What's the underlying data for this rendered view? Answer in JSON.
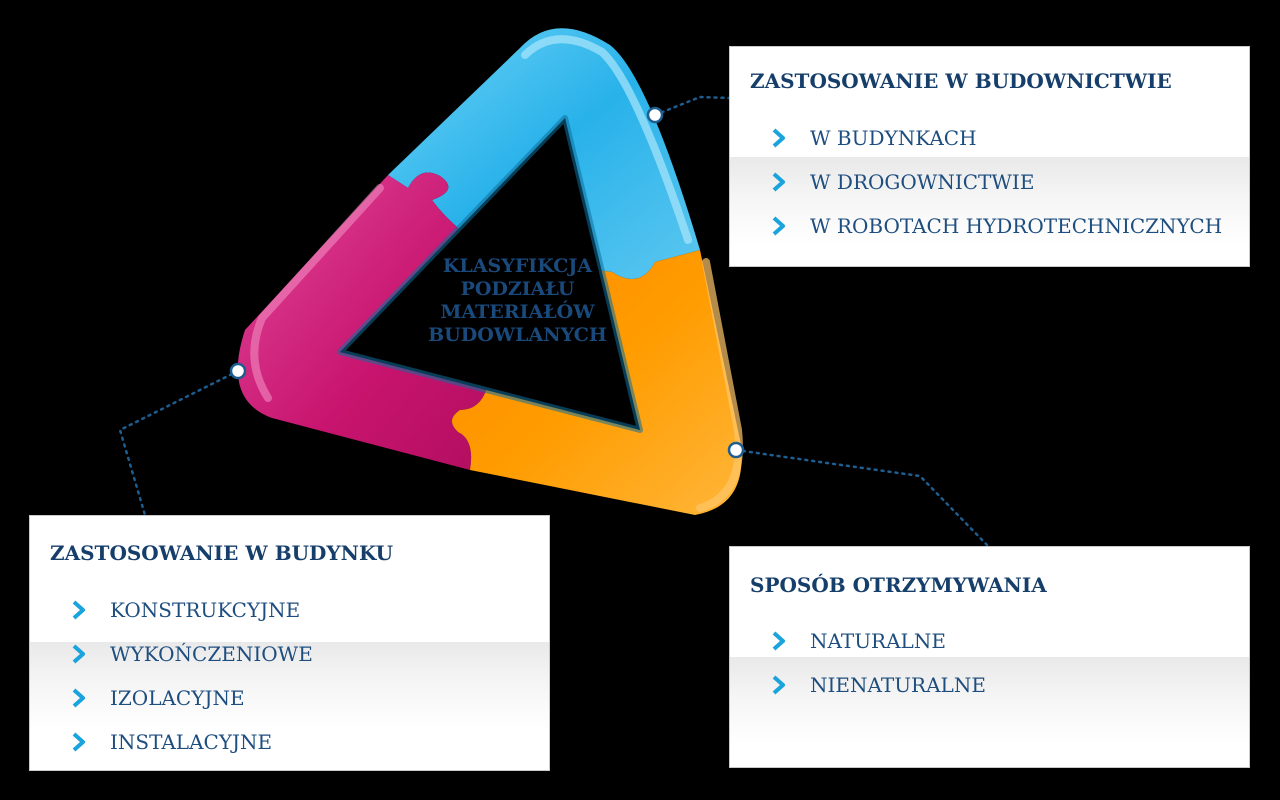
{
  "center_label": {
    "lines": [
      "KLASYFIKCJA",
      "PODZIAŁU",
      "MATERIAŁÓW",
      "BUDOWLANYCH"
    ]
  },
  "panels": [
    {
      "id": "construction",
      "title": "ZASTOSOWANIE W BUDOWNICTWIE",
      "items": [
        "W BUDYNKACH",
        "W DROGOWNICTWIE",
        "W ROBOTACH HYDROTECHNICZNYCH"
      ]
    },
    {
      "id": "building",
      "title": "ZASTOSOWANIE W BUDYNKU",
      "items": [
        "KONSTRUKCYJNE",
        "WYKOŃCZENIOWE",
        "IZOLACYJNE",
        "INSTALACYJNE"
      ]
    },
    {
      "id": "production",
      "title": "SPOSÓB OTRZYMYWANIA",
      "items": [
        "NATURALNE",
        "NIENATURALNE"
      ]
    }
  ],
  "colors": {
    "background": "#000000",
    "segment_blue": "#2ab4ea",
    "segment_pink": "#c8146e",
    "segment_orange": "#ff9a00",
    "title_text": "#163e6a",
    "item_text": "#1e4e7f",
    "arrow": "#1aa3dd",
    "connector": "#1e5d8f"
  },
  "icons": {
    "list_bullet": "chevron-right-icon",
    "connector_node": "circle-node-icon"
  }
}
